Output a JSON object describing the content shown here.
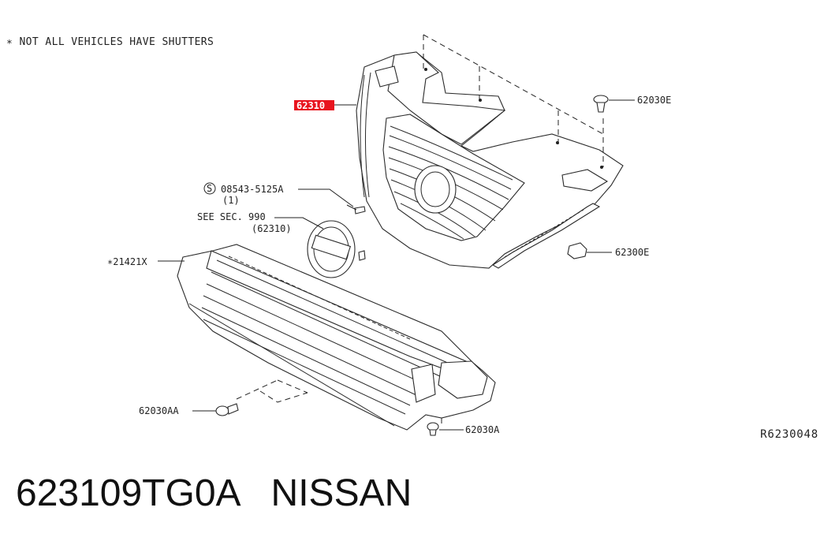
{
  "note": "∗ NOT ALL VEHICLES HAVE SHUTTERS",
  "drawing_number": "R6230048",
  "footer": {
    "part_number": "623109TG0A",
    "brand": "NISSAN"
  },
  "callouts": {
    "highlighted": "62310",
    "bolt": "08543-5125A",
    "bolt_qty": "(1)",
    "bolt_symbol": "S",
    "see_sec": "SEE SEC. 990",
    "emblem_ref": "(62310)",
    "shutter": "∗21421X",
    "clip_top": "62030E",
    "bracket": "62300E",
    "clip_lower_left": "62030AA",
    "clip_lower_right": "62030A"
  },
  "colors": {
    "highlight_box": "#e8141e",
    "line": "#222222"
  }
}
